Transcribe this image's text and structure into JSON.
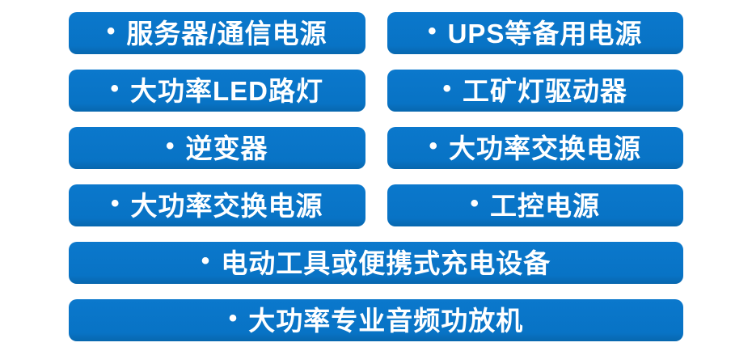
{
  "panel": {
    "bullet": "•",
    "accent_color": "#0873c5",
    "text_color": "#ffffff",
    "rows": [
      {
        "items": [
          {
            "label": "服务器/通信电源"
          },
          {
            "label": "UPS等备用电源"
          }
        ]
      },
      {
        "items": [
          {
            "label": "大功率LED路灯"
          },
          {
            "label": "工矿灯驱动器"
          }
        ]
      },
      {
        "items": [
          {
            "label": "逆变器"
          },
          {
            "label": "大功率交换电源"
          }
        ]
      },
      {
        "items": [
          {
            "label": "大功率交换电源"
          },
          {
            "label": "工控电源"
          }
        ]
      },
      {
        "items": [
          {
            "label": "电动工具或便携式充电设备"
          }
        ]
      },
      {
        "items": [
          {
            "label": "大功率专业音频功放机"
          }
        ]
      }
    ]
  }
}
